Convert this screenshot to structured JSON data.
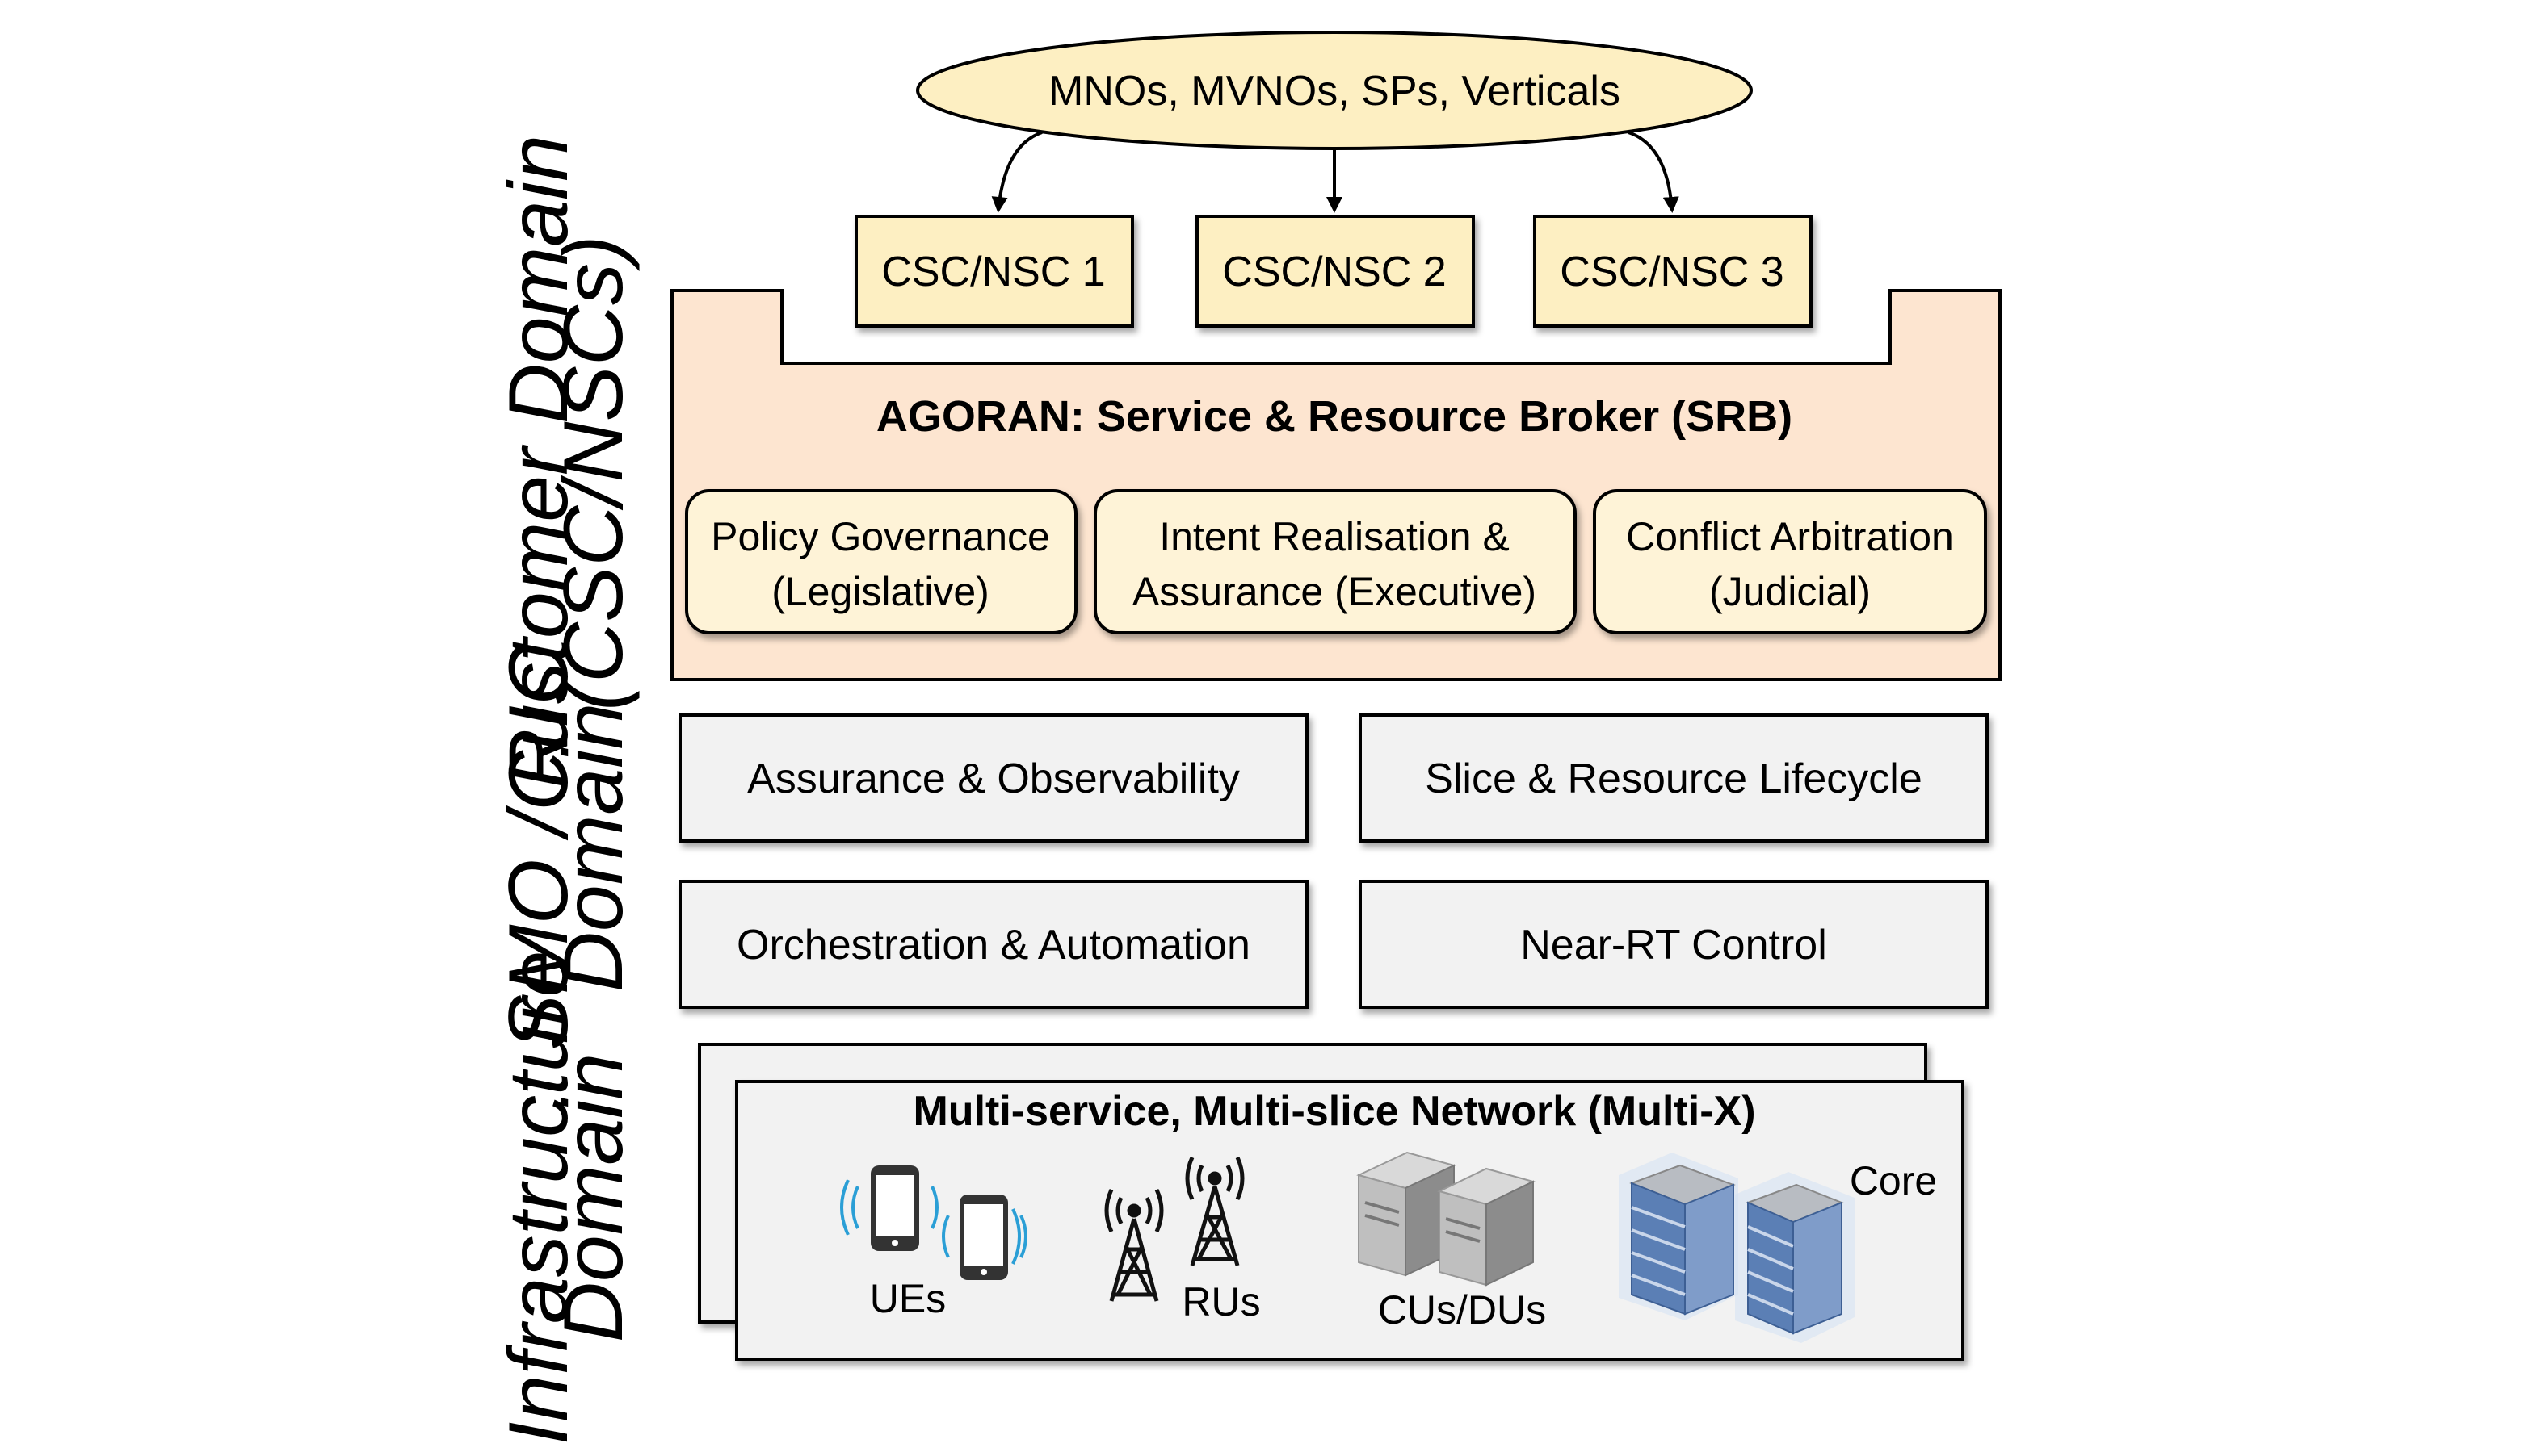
{
  "top_actor": "MNOs, MVNOs, SPs, Verticals",
  "csc_boxes": [
    "CSC/NSC 1",
    "CSC/NSC 2",
    "CSC/NSC 3"
  ],
  "domains": {
    "customer": [
      "Customer Domain",
      "(CSC/NSCs)"
    ],
    "smo_ric": [
      "SMO / RIC",
      "Domain"
    ],
    "infrastructure": [
      "Infrastructure",
      "Domain"
    ]
  },
  "broker": {
    "title": "AGORAN: Service & Resource Broker (SRB)",
    "modules": [
      [
        "Policy Governance",
        "(Legislative)"
      ],
      [
        "Intent Realisation &",
        "Assurance (Executive)"
      ],
      [
        "Conflict Arbitration",
        "(Judicial)"
      ]
    ]
  },
  "smo_boxes": [
    "Assurance & Observability",
    "Slice & Resource Lifecycle",
    "Orchestration & Automation",
    "Near-RT Control"
  ],
  "infrastructure": {
    "title": "Multi-service, Multi-slice Network (Multi-X)",
    "labels": [
      "UEs",
      "RUs",
      "CUs/DUs",
      "Core"
    ]
  },
  "colors": {
    "actor_fill": "#fdefc2",
    "csc_fill": "#fdefc2",
    "broker_fill": "#fde5d0",
    "module_fill": "#fef3d7",
    "grey_box": "#f2f2f2",
    "wave_blue": "#2b9fd6",
    "rack_blue": "#5b7fb5"
  }
}
